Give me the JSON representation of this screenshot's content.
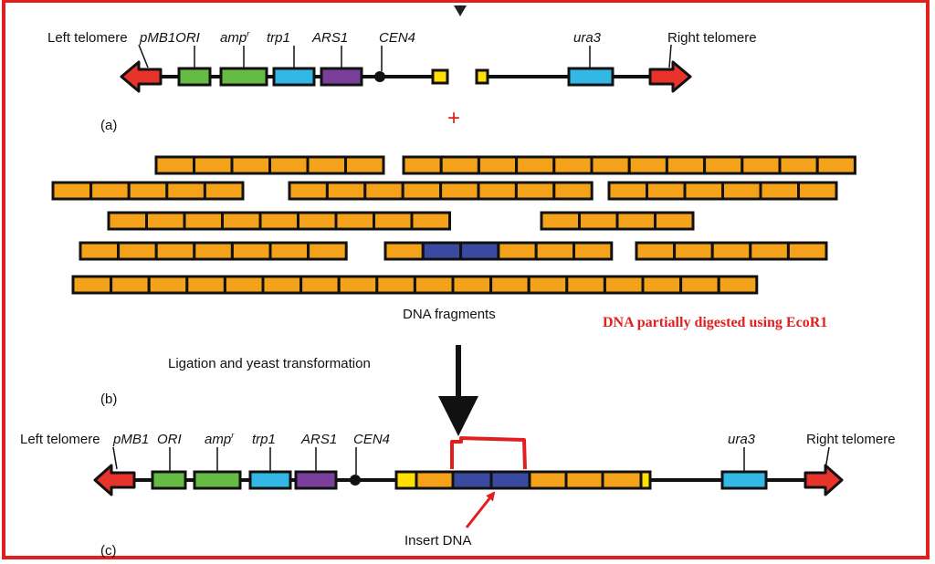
{
  "colors": {
    "frame": "#e11f1f",
    "telomere": "#e8332a",
    "ori": "#66bb44",
    "amp": "#66bb44",
    "trp1": "#33b8e6",
    "ars1": "#7a3f9a",
    "ura3": "#33b8e6",
    "yellow": "#ffe000",
    "fragment": "#f5a21b",
    "insert": "#3a4aa0",
    "line": "#111111",
    "annotation": "#e11f1f"
  },
  "panel_a": {
    "panel_label": "(a)",
    "left_telomere": "Left telomere",
    "pmb1_ori": "pMB1ORI",
    "amp": "amp",
    "amp_sup": "r",
    "trp1": "trp1",
    "ars1": "ARS1",
    "cen4": "CEN4",
    "ura3": "ura3",
    "right_telomere": "Right telomere"
  },
  "plus_sign": "+",
  "panel_b": {
    "fragments_label": "DNA fragments",
    "digest_note": "DNA partially digested using EcoR1",
    "ligation_label": "Ligation and yeast transformation",
    "panel_label": "(b)"
  },
  "panel_c": {
    "panel_label": "(c)",
    "left_telomere": "Left telomere",
    "pmb1": "pMB1",
    "ori": "ORI",
    "amp": "amp",
    "amp_sup": "r",
    "trp1": "trp1",
    "ars1": "ARS1",
    "cen4": "CEN4",
    "ura3": "ura3",
    "right_telomere": "Right telomere",
    "insert_label": "Insert DNA"
  }
}
